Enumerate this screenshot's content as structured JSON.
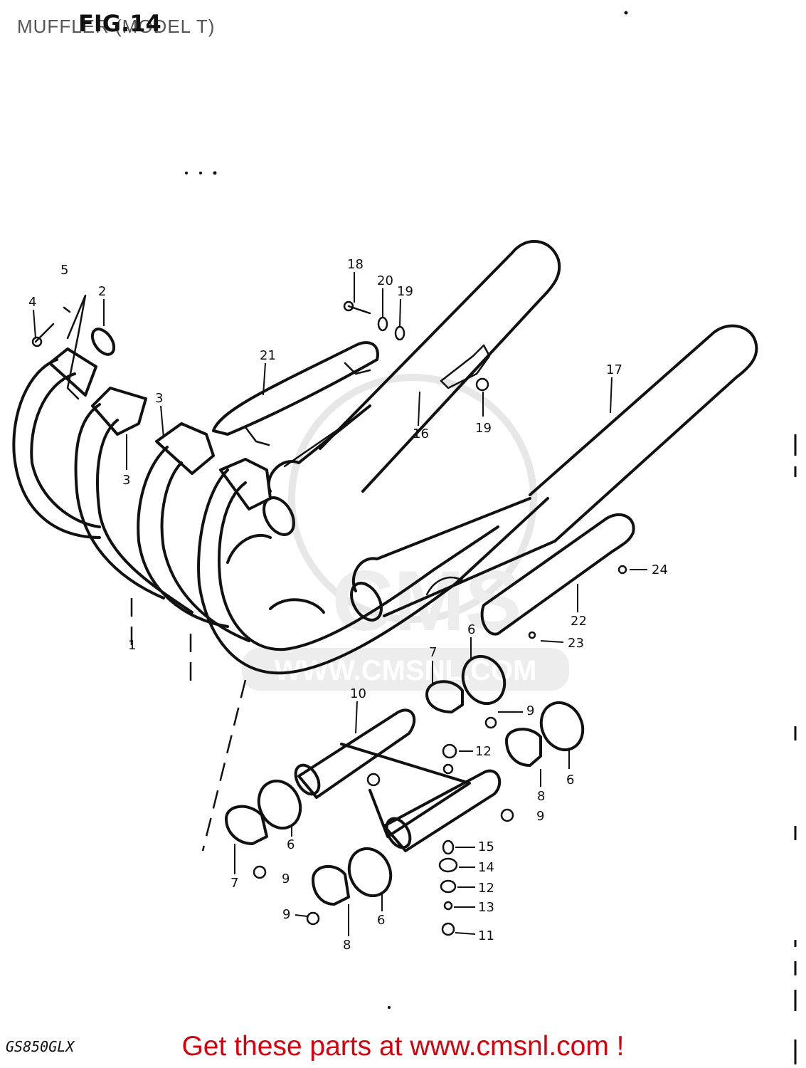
{
  "header": {
    "title": "MUFFLER (MODEL T)",
    "figure": "FIG.14"
  },
  "footer": {
    "model_code": "GS850GLX",
    "cta": "Get these parts at www.cmsnl.com !"
  },
  "watermark": {
    "text": "WWW.CMSNL.COM",
    "logo": "CMS"
  },
  "colors": {
    "ink": "#111111",
    "cta": "#d8000c",
    "watermark": "#d9d9d9"
  },
  "callouts": [
    {
      "id": "c-1",
      "label": "1"
    },
    {
      "id": "c-2",
      "label": "2"
    },
    {
      "id": "c-3a",
      "label": "3"
    },
    {
      "id": "c-3b",
      "label": "3"
    },
    {
      "id": "c-4",
      "label": "4"
    },
    {
      "id": "c-5",
      "label": "5"
    },
    {
      "id": "c-6a",
      "label": "6"
    },
    {
      "id": "c-6b",
      "label": "6"
    },
    {
      "id": "c-6c",
      "label": "6"
    },
    {
      "id": "c-6d",
      "label": "6"
    },
    {
      "id": "c-7a",
      "label": "7"
    },
    {
      "id": "c-7b",
      "label": "7"
    },
    {
      "id": "c-8a",
      "label": "8"
    },
    {
      "id": "c-8b",
      "label": "8"
    },
    {
      "id": "c-9a",
      "label": "9"
    },
    {
      "id": "c-9b",
      "label": "9"
    },
    {
      "id": "c-9c",
      "label": "9"
    },
    {
      "id": "c-9d",
      "label": "9"
    },
    {
      "id": "c-10",
      "label": "10"
    },
    {
      "id": "c-11",
      "label": "11"
    },
    {
      "id": "c-12a",
      "label": "12"
    },
    {
      "id": "c-12b",
      "label": "12"
    },
    {
      "id": "c-13",
      "label": "13"
    },
    {
      "id": "c-14",
      "label": "14"
    },
    {
      "id": "c-15",
      "label": "15"
    },
    {
      "id": "c-16",
      "label": "16"
    },
    {
      "id": "c-17",
      "label": "17"
    },
    {
      "id": "c-18",
      "label": "18"
    },
    {
      "id": "c-19a",
      "label": "19"
    },
    {
      "id": "c-19b",
      "label": "19"
    },
    {
      "id": "c-20",
      "label": "20"
    },
    {
      "id": "c-21",
      "label": "21"
    },
    {
      "id": "c-22",
      "label": "22"
    },
    {
      "id": "c-23",
      "label": "23"
    },
    {
      "id": "c-24",
      "label": "24"
    }
  ]
}
